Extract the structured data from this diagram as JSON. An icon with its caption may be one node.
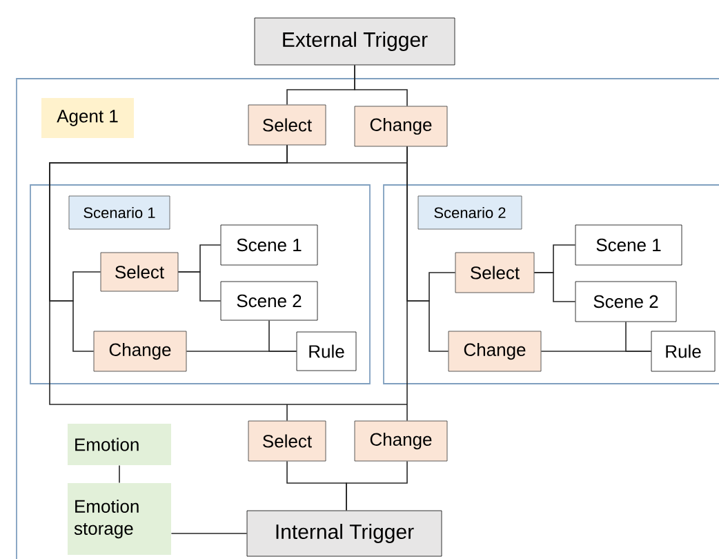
{
  "diagram": {
    "nodes": [
      {
        "text": [
          "External Trigger"
        ]
      },
      {
        "text": [
          "Agent 1"
        ]
      },
      {
        "text": [
          "Select"
        ],
        "in": 1
      },
      {
        "text": [
          "Change"
        ],
        "in": 1
      },
      {
        "text": [
          "Scenario 1"
        ],
        "in": 1
      },
      {
        "text": [
          "Select"
        ],
        "in": 4
      },
      {
        "text": [
          "Scene 1"
        ],
        "in": 4
      },
      {
        "text": [
          "Scene 2"
        ],
        "in": 4
      },
      {
        "text": [
          "Change"
        ],
        "in": 4
      },
      {
        "text": [
          "Rule"
        ],
        "in": 4
      },
      {
        "text": [
          "Scenario 2"
        ],
        "in": 1
      },
      {
        "text": [
          "Select"
        ],
        "in": 10
      },
      {
        "text": [
          "Scene 1"
        ],
        "in": 10
      },
      {
        "text": [
          "Scene 2"
        ],
        "in": 10
      },
      {
        "text": [
          "Change"
        ],
        "in": 10
      },
      {
        "text": [
          "Rule"
        ],
        "in": 10
      },
      {
        "text": [
          "Select"
        ],
        "in": 1
      },
      {
        "text": [
          "Change"
        ],
        "in": 1
      },
      {
        "text": [
          "Emotion"
        ],
        "in": 1
      },
      {
        "text": [
          "Emotion storage"
        ],
        "in": 1
      },
      {
        "text": [
          "Internal Trigger"
        ],
        "in": 1
      }
    ],
    "edges": [
      {
        "from": 0,
        "to": 2,
        "arrow": "none"
      },
      {
        "from": 0,
        "to": 3,
        "arrow": "none"
      },
      {
        "from": 2,
        "to": 5,
        "arrow": "none"
      },
      {
        "from": 2,
        "to": 8,
        "arrow": "none"
      },
      {
        "from": 3,
        "to": 11,
        "arrow": "none"
      },
      {
        "from": 3,
        "to": 14,
        "arrow": "none"
      },
      {
        "from": 5,
        "to": 6,
        "arrow": "none"
      },
      {
        "from": 5,
        "to": 7,
        "arrow": "none"
      },
      {
        "from": 8,
        "to": 9,
        "arrow": "none"
      },
      {
        "from": 7,
        "to": 9,
        "arrow": "none"
      },
      {
        "from": 11,
        "to": 12,
        "arrow": "none"
      },
      {
        "from": 11,
        "to": 13,
        "arrow": "none"
      },
      {
        "from": 14,
        "to": 15,
        "arrow": "none"
      },
      {
        "from": 13,
        "to": 15,
        "arrow": "none"
      },
      {
        "from": 2,
        "to": 16,
        "arrow": "none"
      },
      {
        "from": 3,
        "to": 17,
        "arrow": "none"
      },
      {
        "from": 16,
        "to": 20,
        "arrow": "none"
      },
      {
        "from": 17,
        "to": 20,
        "arrow": "none"
      },
      {
        "from": 18,
        "to": 19,
        "arrow": "none"
      },
      {
        "from": 19,
        "to": 20,
        "arrow": "none"
      }
    ]
  }
}
